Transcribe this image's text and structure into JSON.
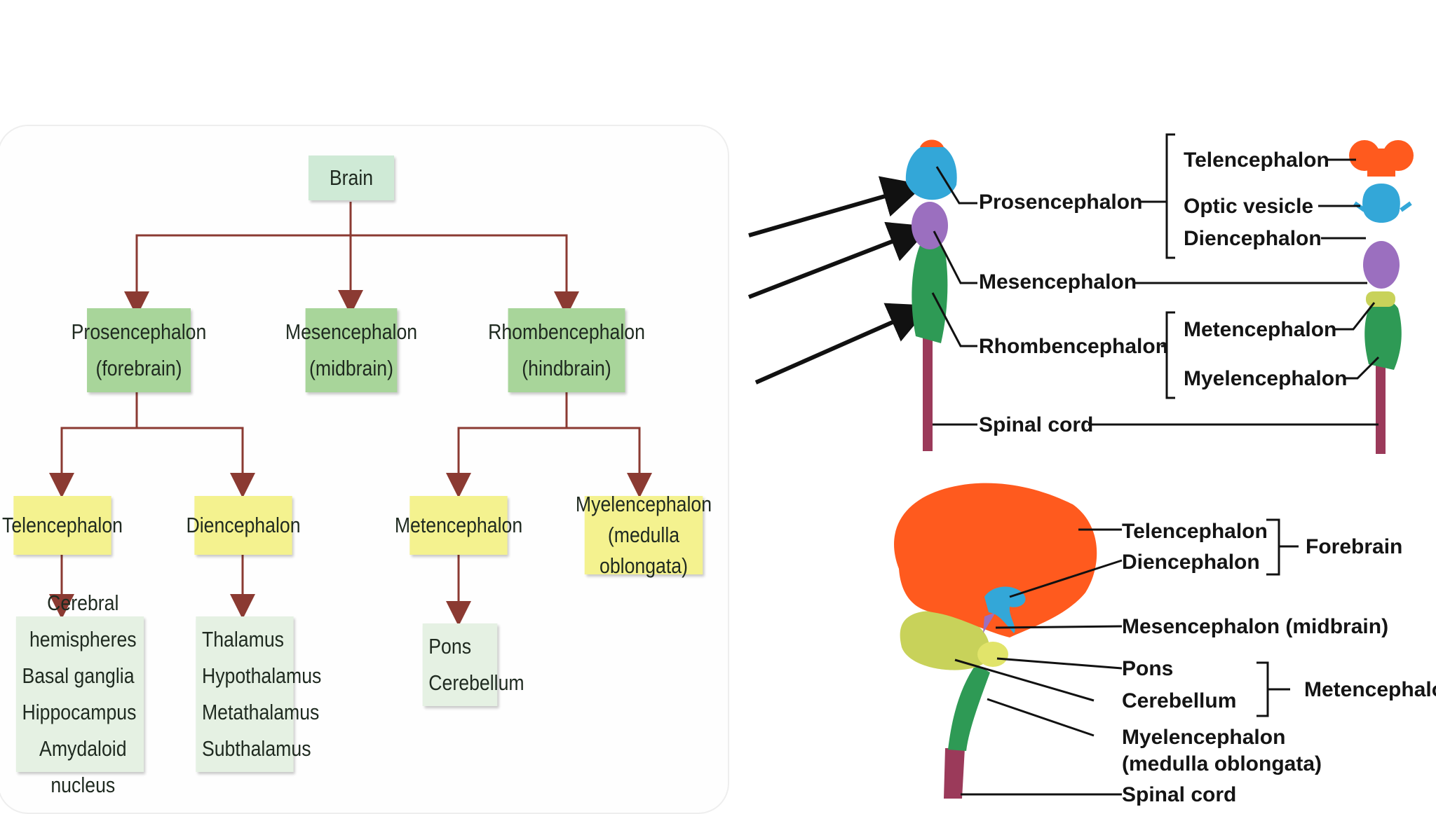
{
  "flowchart": {
    "root": "Brain",
    "primary": [
      {
        "name": "Prosencephalon",
        "note": "(forebrain)"
      },
      {
        "name": "Mesencephalon",
        "note": "(midbrain)"
      },
      {
        "name": "Rhombencephalon",
        "note": "(hindbrain)"
      }
    ],
    "secondary": [
      {
        "name": "Telencephalon",
        "note": ""
      },
      {
        "name": "Diencephalon",
        "note": ""
      },
      {
        "name": "Metencephalon",
        "note": ""
      },
      {
        "name": "Myelencephalon",
        "note": "(medulla oblongata)"
      }
    ],
    "structures": {
      "telencephalon": [
        "Cerebral hemispheres",
        "Basal ganglia",
        "Hippocampus",
        "Amydaloid nucleus"
      ],
      "diencephalon": [
        "Thalamus",
        "Hypothalamus",
        "Metathalamus",
        "Subthalamus"
      ],
      "metencephalon": [
        "Pons",
        "Cerebellum"
      ]
    },
    "colors": {
      "root": "#cfead6",
      "primary": "#a8d59a",
      "secondary": "#f4f28f",
      "structures": "#e5f1e3",
      "connector": "#8b3a32"
    }
  },
  "vesicle_diagram": {
    "left_labels": [
      "Prosencephalon",
      "Mesencephalon",
      "Rhombencephalon",
      "Spinal cord"
    ],
    "right_labels": [
      "Telencephalon",
      "Optic vesicle",
      "Diencephalon",
      "Metencephalon",
      "Myelencephalon"
    ]
  },
  "adult_brain_diagram": {
    "labels": [
      "Telencephalon",
      "Diencephalon",
      "Mesencephalon (midbrain)",
      "Pons",
      "Cerebellum",
      "Myelencephalon",
      "(medulla oblongata)",
      "Spinal cord"
    ],
    "groups": [
      "Forebrain",
      "Metencephalo"
    ]
  },
  "region_colors": {
    "telencephalon": "#ff5a1e",
    "diencephalon": "#33a7d8",
    "mesencephalon": "#9b6fbf",
    "metencephalon": "#c8d25a",
    "myelencephalon": "#2e9a55",
    "spinal_cord": "#9b3a5a"
  }
}
